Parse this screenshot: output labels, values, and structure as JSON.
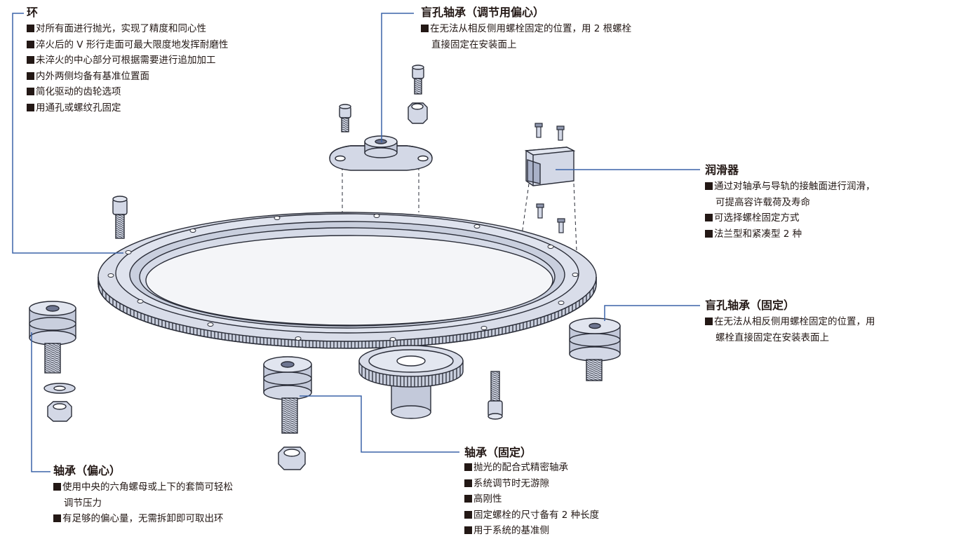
{
  "callouts": {
    "ring": {
      "title": "环",
      "items": [
        "对所有面进行抛光，实现了精度和同心性",
        "淬火后的 V 形行走面可最大限度地发挥耐磨性",
        "未淬火的中心部分可根据需要进行追加加工",
        "内外两侧均备有基准位置面",
        "简化驱动的齿轮选项",
        "用通孔或螺纹孔固定"
      ]
    },
    "blind_eccentric": {
      "title": "盲孔轴承（调节用偏心）",
      "line1": "在无法从相反侧用螺栓固定的位置，用 2 根螺栓",
      "line2": "直接固定在安装面上"
    },
    "lubricator": {
      "title": "润滑器",
      "item1_line1": "通过对轴承与导轨的接触面进行润滑，",
      "item1_line2": "可提高容许载荷及寿命",
      "item2": "可选择螺栓固定方式",
      "item3": "法兰型和紧凑型 2 种"
    },
    "blind_fixed": {
      "title": "盲孔轴承（固定）",
      "line1": "在无法从相反侧用螺栓固定的位置，用",
      "line2": "螺栓直接固定在安装表面上"
    },
    "bearing_eccentric": {
      "title": "轴承（偏心）",
      "item1_line1": "使用中央的六角螺母或上下的套筒可轻松",
      "item1_line2": "调节压力",
      "item2": "有足够的偏心量，无需拆卸即可取出环"
    },
    "bearing_fixed": {
      "title": "轴承（固定）",
      "items": [
        "抛光的配合式精密轴承",
        "系统调节时无游隙",
        "高刚性",
        "固定螺栓的尺寸备有 2 种长度",
        "用于系统的基准侧"
      ]
    }
  },
  "colors": {
    "leader": "#3b63a8",
    "part_fill": "#d3d8e6",
    "part_dark": "#a9b1c8",
    "outline": "#2a2d38",
    "glass": "#f4f5f8",
    "text": "#231815"
  }
}
